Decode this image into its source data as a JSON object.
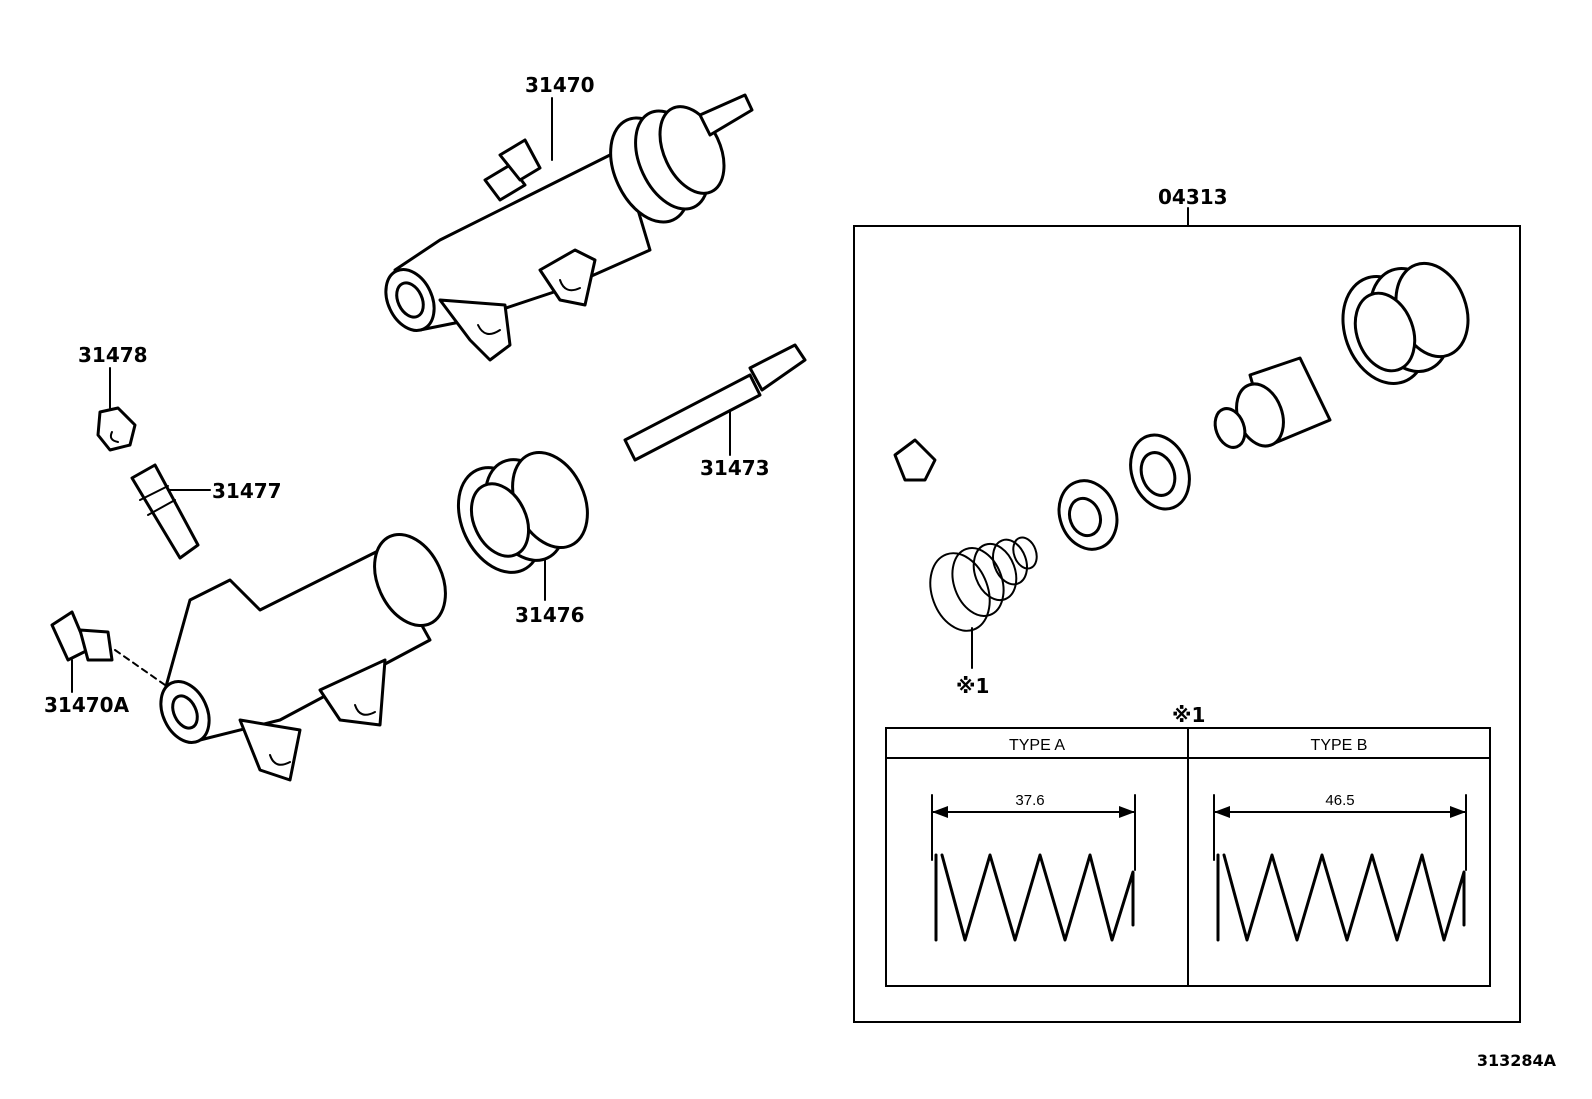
{
  "callouts": {
    "p31470": "31470",
    "p31478": "31478",
    "p31477": "31477",
    "p31470A": "31470A",
    "p31476": "31476",
    "p31473": "31473",
    "p04313": "04313",
    "note_spring": "※1"
  },
  "spring_table": {
    "note": "※1",
    "type_a": {
      "label": "TYPE A",
      "length": "37.6"
    },
    "type_b": {
      "label": "TYPE B",
      "length": "46.5"
    }
  },
  "diagram_ref": "313284A",
  "icons": [
    "slave-cylinder-icon",
    "bleeder-cap-icon",
    "bleeder-plug-icon",
    "union-bolt-icon",
    "boot-icon",
    "push-rod-icon",
    "piston-icon",
    "cup-icon",
    "spring-icon"
  ]
}
